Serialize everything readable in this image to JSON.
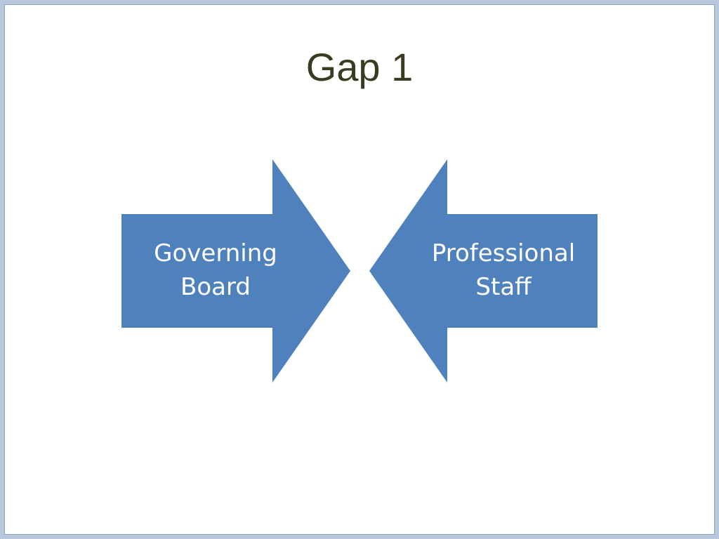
{
  "slide": {
    "title": "Gap 1"
  },
  "diagram": {
    "fill_color": "#4f81bd",
    "left_arrow": {
      "line1": "Governing",
      "line2": "Board"
    },
    "right_arrow": {
      "line1": "Professional",
      "line2": "Staff"
    }
  }
}
